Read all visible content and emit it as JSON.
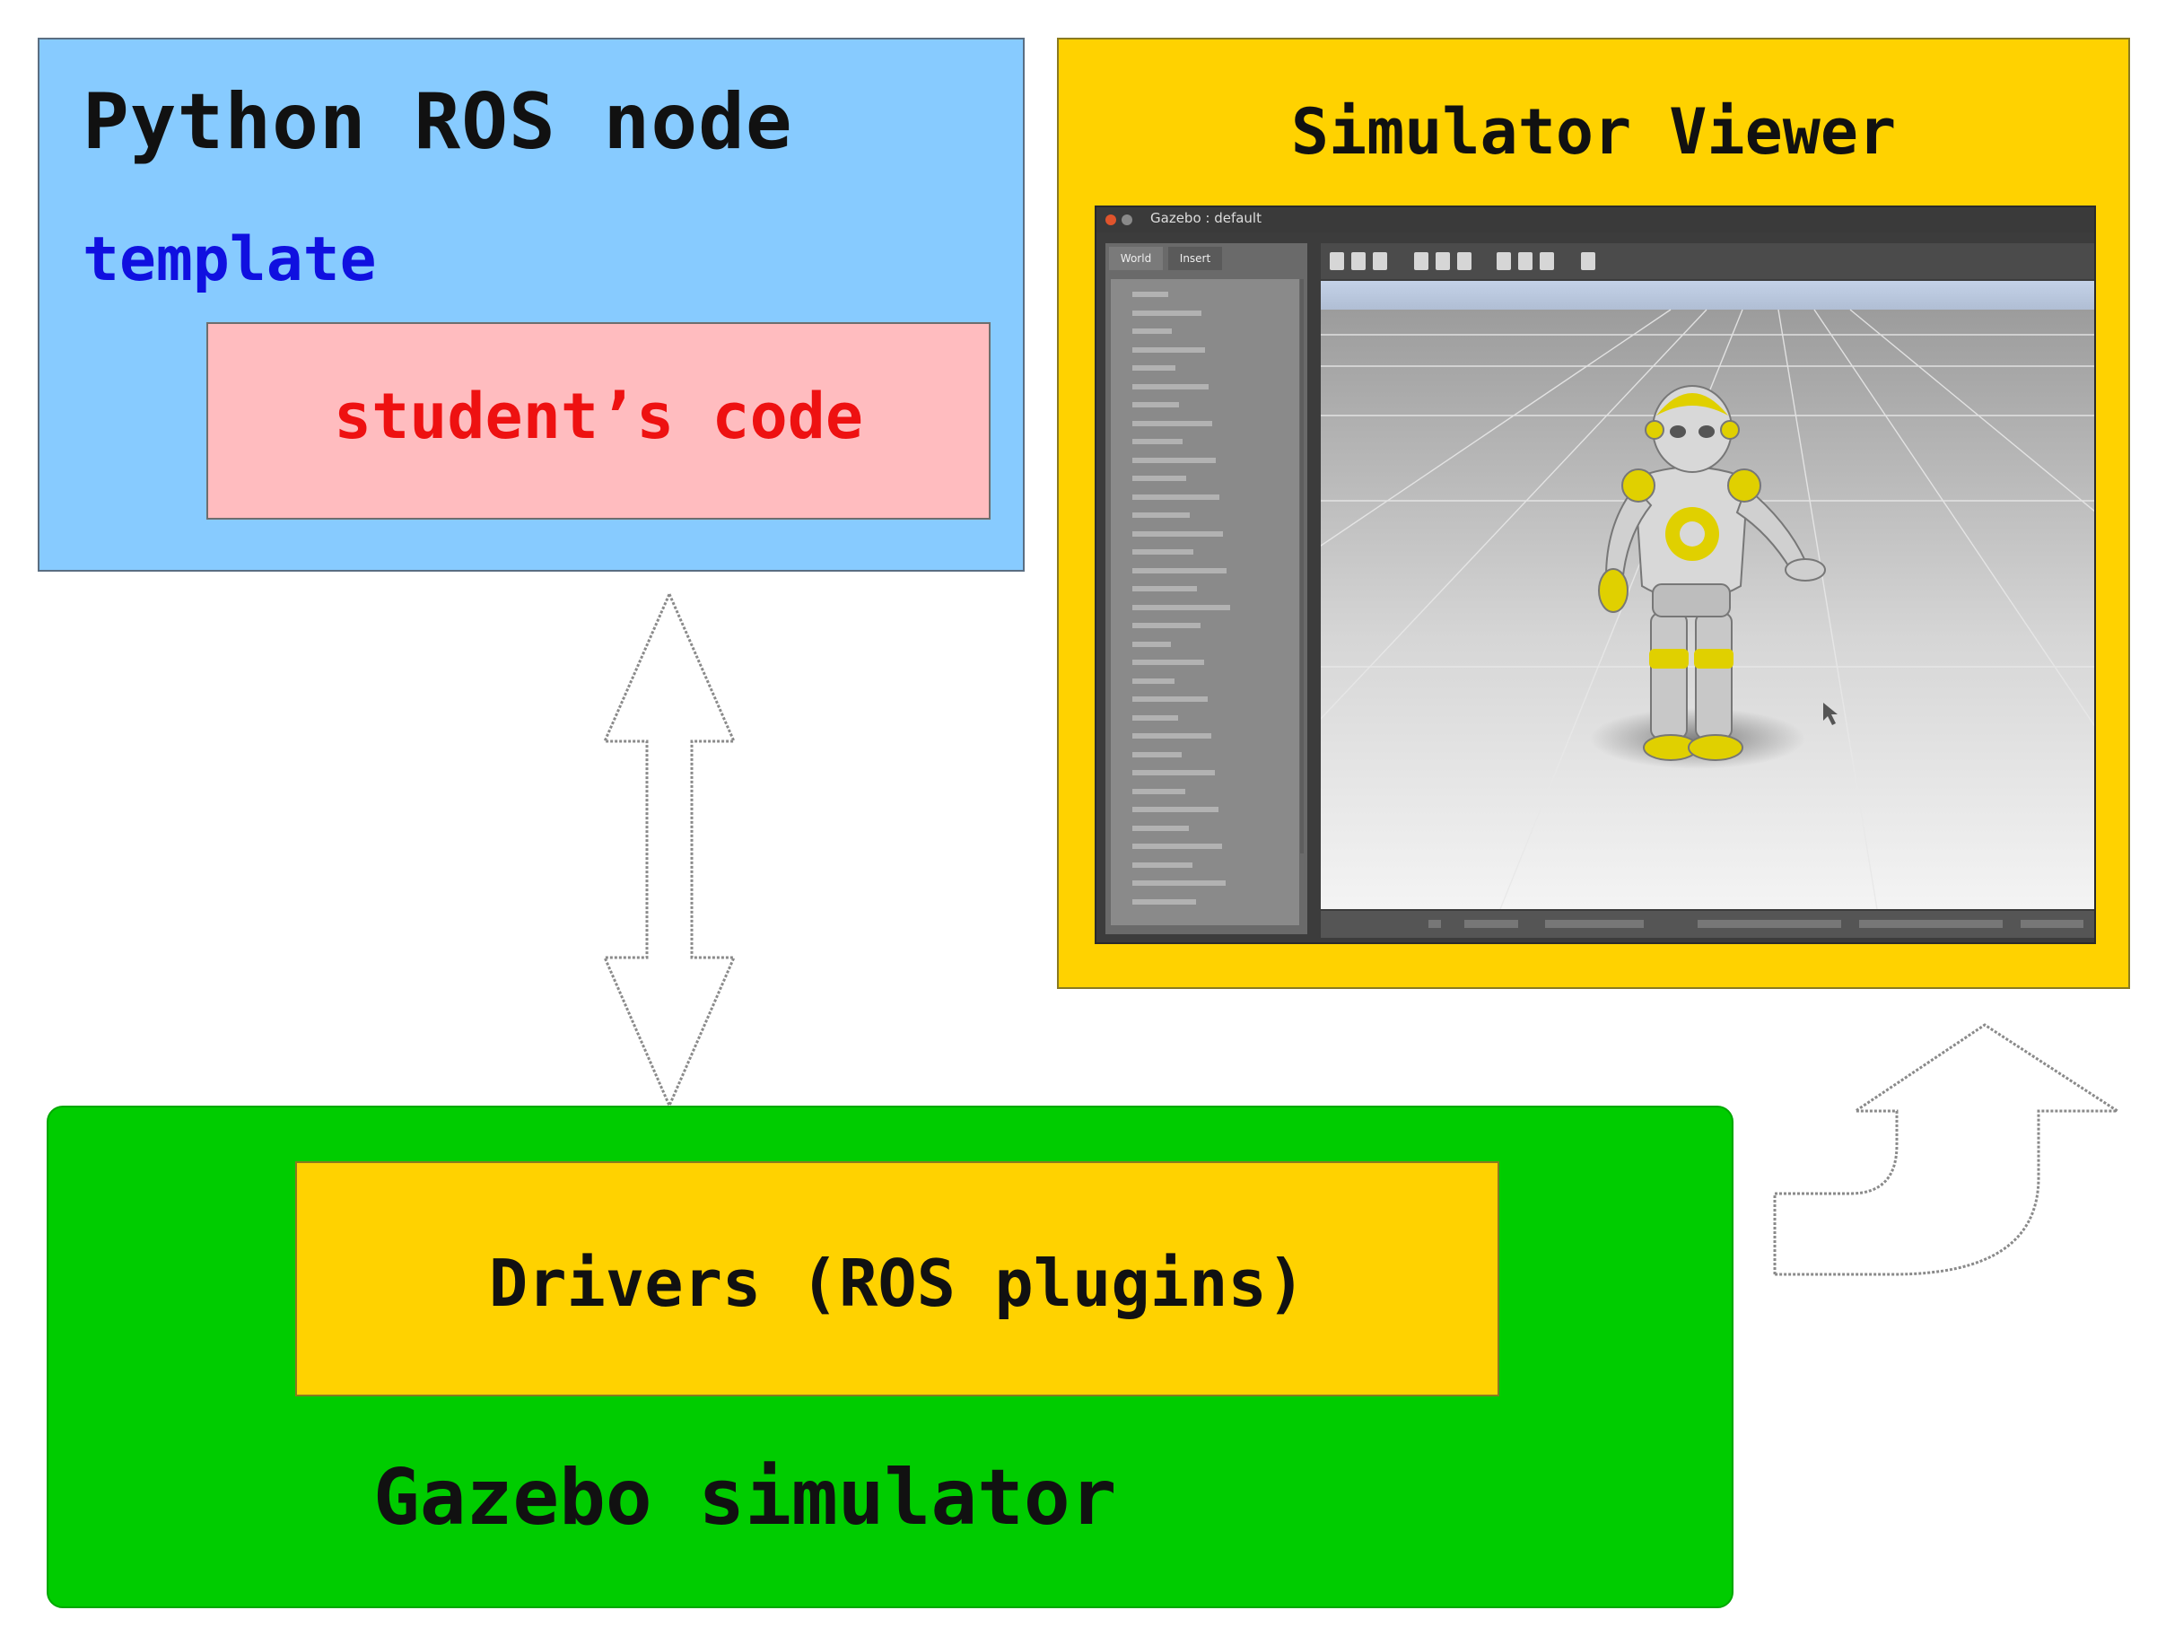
{
  "python_node": {
    "title": "Python ROS node",
    "subtitle": "template",
    "inner_label": "student’s code"
  },
  "simulator_viewer": {
    "title": "Simulator Viewer",
    "window_title": "Gazebo : default",
    "tabs": [
      "World",
      "Insert"
    ]
  },
  "gazebo": {
    "inner_label": "Drivers (ROS plugins)",
    "label": "Gazebo simulator"
  },
  "colors": {
    "python_bg": "#87cbff",
    "student_bg": "#ffbcbf",
    "template_text": "#1010e0",
    "student_text": "#ee1111",
    "viewer_bg": "#ffd200",
    "gazebo_bg": "#00cc00",
    "drivers_bg": "#ffd200"
  },
  "icons": [
    "double-arrow-icon",
    "curved-up-arrow-icon",
    "robot-icon"
  ]
}
